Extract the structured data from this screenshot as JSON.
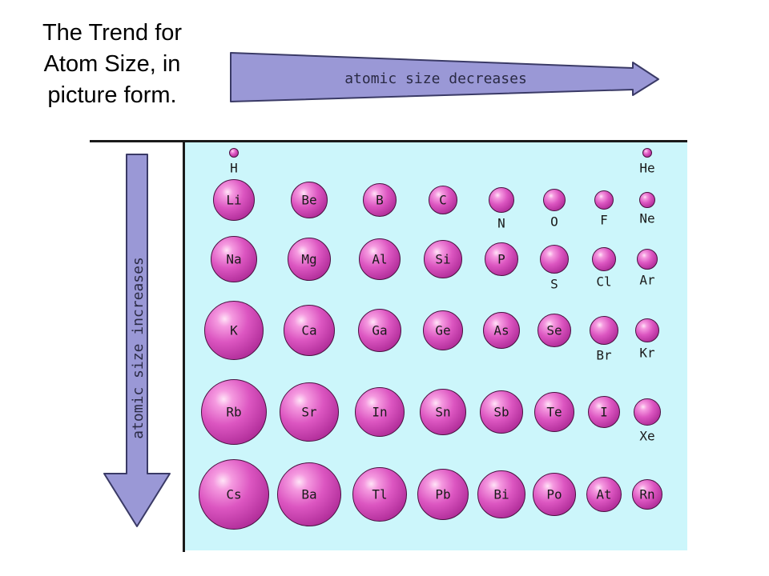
{
  "title_lines": [
    "The Trend for",
    "Atom Size, in",
    "picture form."
  ],
  "arrow_horizontal_label": "atomic size decreases",
  "arrow_vertical_label": "atomic size increases",
  "colors": {
    "arrow_fill": "#9a98d6",
    "table_background": "#ccf6fb",
    "atom": "#dc56c1"
  },
  "rows": [
    [
      {
        "symbol": "H",
        "size": 0.6
      },
      {
        "symbol": "He",
        "size": 0.6
      }
    ],
    [
      {
        "symbol": "Li",
        "size": 2.6
      },
      {
        "symbol": "Be",
        "size": 2.3
      },
      {
        "symbol": "B",
        "size": 2.1
      },
      {
        "symbol": "C",
        "size": 1.8
      },
      {
        "symbol": "N",
        "size": 1.6
      },
      {
        "symbol": "O",
        "size": 1.4
      },
      {
        "symbol": "F",
        "size": 1.2
      },
      {
        "symbol": "Ne",
        "size": 1.0
      }
    ],
    [
      {
        "symbol": "Na",
        "size": 2.9
      },
      {
        "symbol": "Mg",
        "size": 2.7
      },
      {
        "symbol": "Al",
        "size": 2.6
      },
      {
        "symbol": "Si",
        "size": 2.4
      },
      {
        "symbol": "P",
        "size": 2.1
      },
      {
        "symbol": "S",
        "size": 1.8
      },
      {
        "symbol": "Cl",
        "size": 1.5
      },
      {
        "symbol": "Ar",
        "size": 1.3
      }
    ],
    [
      {
        "symbol": "K",
        "size": 3.7
      },
      {
        "symbol": "Ca",
        "size": 3.2
      },
      {
        "symbol": "Ga",
        "size": 2.7
      },
      {
        "symbol": "Ge",
        "size": 2.5
      },
      {
        "symbol": "As",
        "size": 2.3
      },
      {
        "symbol": "Se",
        "size": 2.1
      },
      {
        "symbol": "Br",
        "size": 1.8
      },
      {
        "symbol": "Kr",
        "size": 1.5
      }
    ],
    [
      {
        "symbol": "Rb",
        "size": 4.1
      },
      {
        "symbol": "Sr",
        "size": 3.7
      },
      {
        "symbol": "In",
        "size": 3.1
      },
      {
        "symbol": "Sn",
        "size": 2.9
      },
      {
        "symbol": "Sb",
        "size": 2.7
      },
      {
        "symbol": "Te",
        "size": 2.5
      },
      {
        "symbol": "I",
        "size": 2.0
      },
      {
        "symbol": "Xe",
        "size": 1.7
      }
    ],
    [
      {
        "symbol": "Cs",
        "size": 4.4
      },
      {
        "symbol": "Ba",
        "size": 4.0
      },
      {
        "symbol": "Tl",
        "size": 3.4
      },
      {
        "symbol": "Pb",
        "size": 3.2
      },
      {
        "symbol": "Bi",
        "size": 3.0
      },
      {
        "symbol": "Po",
        "size": 2.7
      },
      {
        "symbol": "At",
        "size": 2.2
      },
      {
        "symbol": "Rn",
        "size": 1.9
      }
    ]
  ]
}
